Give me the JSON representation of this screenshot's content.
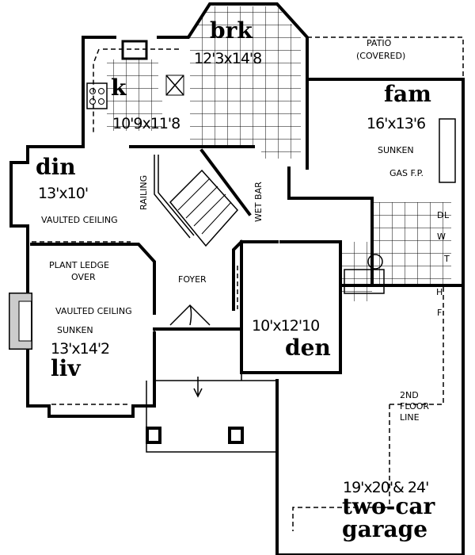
{
  "rooms": {
    "breakfast": {
      "name": "brk",
      "size": "12'3x14'8"
    },
    "kitchen": {
      "name": "k",
      "size": "10'9x11'8"
    },
    "family": {
      "name": "fam",
      "size": "16'x13'6",
      "note1": "SUNKEN",
      "note2": "GAS F.P."
    },
    "dining": {
      "name": "din",
      "size": "13'x10'",
      "note": "VAULTED CEILING"
    },
    "living": {
      "name": "liv",
      "size": "13'x14'2",
      "note1": "VAULTED CEILING",
      "note2": "SUNKEN"
    },
    "den": {
      "name": "den",
      "size": "10'x12'10"
    },
    "garage": {
      "name1": "two-car",
      "name2": "garage",
      "size": "19'x20'& 24'",
      "note1": "2ND",
      "note2": "FLOOR",
      "note3": "LINE"
    },
    "foyer": {
      "name": "FOYER"
    },
    "patio": {
      "name1": "PATIO",
      "name2": "(COVERED)"
    }
  },
  "annotations": {
    "railing": "RAILING",
    "wet_bar": "WET BAR",
    "plant_ledge1": "PLANT LEDGE",
    "plant_ledge2": "OVER",
    "laundry": {
      "dryer": "D",
      "dryer2": "L",
      "washer": "W",
      "tub": "T",
      "heater": "H",
      "furnace": "F"
    }
  }
}
